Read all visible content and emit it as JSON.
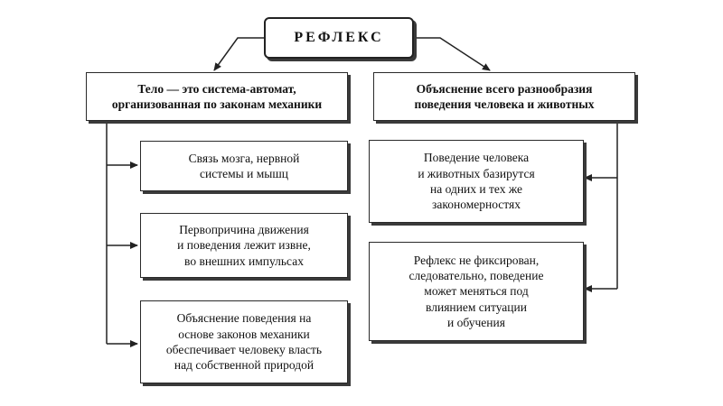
{
  "title": "РЕФЛЕКС",
  "left_header": [
    "Тело — это система-автомат,",
    "организованная по законам механики"
  ],
  "right_header": [
    "Объяснение всего разнообразия",
    "поведения человека и животных"
  ],
  "left_items": [
    [
      "Связь мозга, нервной",
      "системы и мышц"
    ],
    [
      "Первопричина движения",
      "и поведения лежит извне,",
      "во внешних импульсах"
    ],
    [
      "Объяснение поведения на",
      "основе законов механики",
      "обеспечивает человеку власть",
      "над собственной природой"
    ]
  ],
  "right_items": [
    [
      "Поведение человека",
      "и животных базирутся",
      "на одних и тех же",
      "закономерностях"
    ],
    [
      "Рефлекс не фиксирован,",
      "следовательно, поведение",
      "может меняться под",
      "влиянием ситуации",
      "и обучения"
    ]
  ]
}
